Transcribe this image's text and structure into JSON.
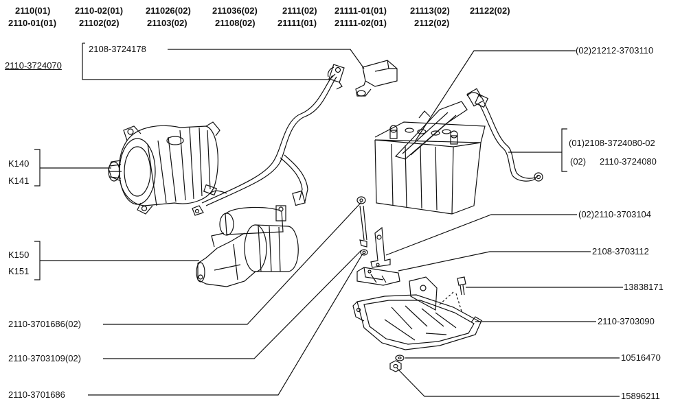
{
  "header": {
    "row1": [
      "2110(01)",
      "2110-02(01)",
      "211026(02)",
      "211036(02)",
      "2111(02)",
      "21111-01(01)",
      "21113(02)",
      "21122(02)"
    ],
    "row2": [
      "2110-01(01)",
      "21102(02)",
      "21103(02)",
      "21108(02)",
      "21111(01)",
      "21111-02(01)",
      "2112(02)"
    ]
  },
  "labels": {
    "harness_main": "2110-3724070",
    "cap": "2108-3724178",
    "k140": "K140",
    "k141": "K141",
    "k150": "K150",
    "k151": "K151",
    "nut_02": "2110-3701686(02)",
    "stud_02": "2110-3703109(02)",
    "nut": "2110-3701686",
    "plus_cable": "(02)21212-3703110",
    "minus_cable_01": "(01)2108-3724080-02",
    "minus_cable_02_prefix": "(02)",
    "minus_cable_02": "2110-3724080",
    "bracket_02": "(02)2110-3703104",
    "clamp": "2108-3703112",
    "bolt": "13838171",
    "tray": "2110-3703090",
    "washer": "10516470",
    "nut_small": "15896211"
  }
}
